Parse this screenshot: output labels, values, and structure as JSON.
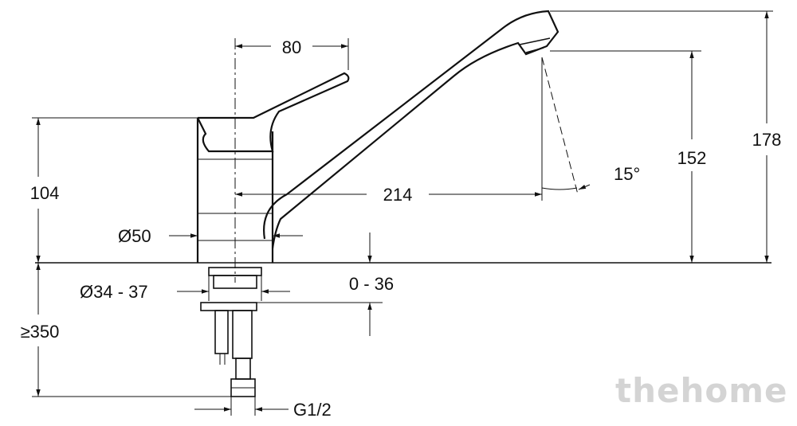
{
  "dimensions": {
    "handle_offset": "80",
    "body_height": "104",
    "spout_reach": "214",
    "spray_angle": "15°",
    "spout_outlet_height": "152",
    "total_height": "178",
    "body_diameter": "Ø50",
    "hole_diameter": "Ø34 - 37",
    "counter_thickness": "0 - 36",
    "hose_length": "≥350",
    "thread": "G1/2"
  },
  "watermark": "thehome",
  "colors": {
    "line": "#111111",
    "watermark": "#d4d4d4"
  }
}
